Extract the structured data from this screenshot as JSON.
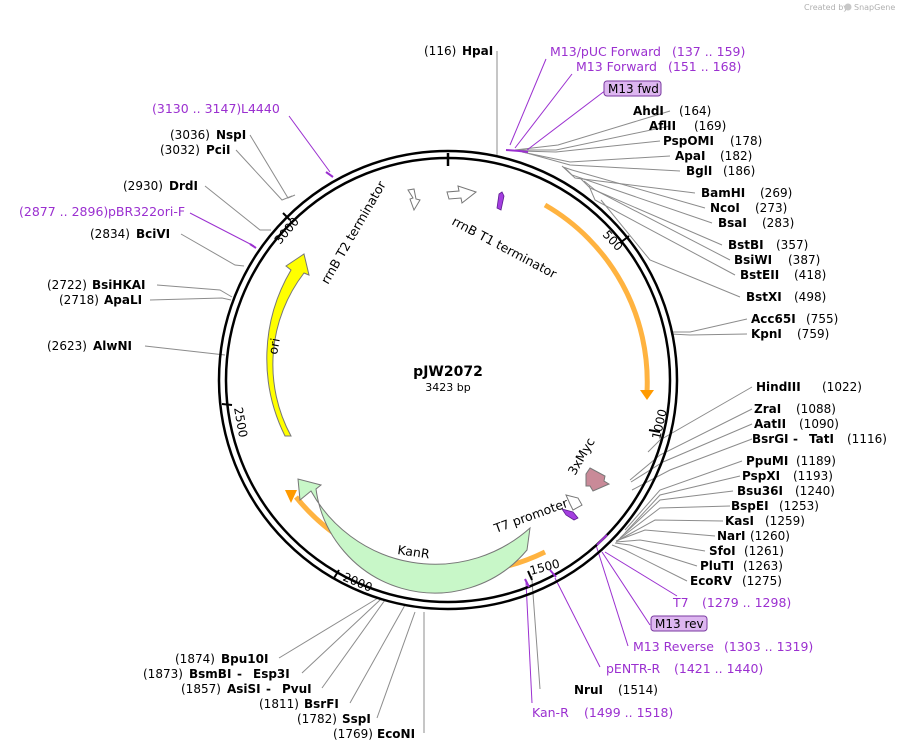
{
  "credit": "Created by",
  "brand": "SnapGene",
  "plasmid": {
    "name": "pJW2072",
    "length": "3423 bp"
  },
  "enzymes": [
    {
      "pos": "(116)",
      "name": "HpaI",
      "sep": "",
      "name2": ""
    },
    {
      "pos": "(164)",
      "name": "AhdI",
      "sep": "",
      "name2": ""
    },
    {
      "pos": "(169)",
      "name": "AflII",
      "sep": "",
      "name2": ""
    },
    {
      "pos": "(178)",
      "name": "PspOMI",
      "sep": "",
      "name2": ""
    },
    {
      "pos": "(182)",
      "name": "ApaI",
      "sep": "",
      "name2": ""
    },
    {
      "pos": "(186)",
      "name": "BglI",
      "sep": "",
      "name2": ""
    },
    {
      "pos": "(269)",
      "name": "BamHI",
      "sep": "",
      "name2": ""
    },
    {
      "pos": "(273)",
      "name": "NcoI",
      "sep": "",
      "name2": ""
    },
    {
      "pos": "(283)",
      "name": "BsaI",
      "sep": "",
      "name2": ""
    },
    {
      "pos": "(357)",
      "name": "BstBI",
      "sep": "",
      "name2": ""
    },
    {
      "pos": "(387)",
      "name": "BsiWI",
      "sep": "",
      "name2": ""
    },
    {
      "pos": "(418)",
      "name": "BstEII",
      "sep": "",
      "name2": ""
    },
    {
      "pos": "(498)",
      "name": "BstXI",
      "sep": "",
      "name2": ""
    },
    {
      "pos": "(755)",
      "name": "Acc65I",
      "sep": "",
      "name2": ""
    },
    {
      "pos": "(759)",
      "name": "KpnI",
      "sep": "",
      "name2": ""
    },
    {
      "pos": "(1022)",
      "name": "HindIII",
      "sep": "",
      "name2": ""
    },
    {
      "pos": "(1088)",
      "name": "ZraI",
      "sep": "",
      "name2": ""
    },
    {
      "pos": "(1090)",
      "name": "AatII",
      "sep": "",
      "name2": ""
    },
    {
      "pos": "(1116)",
      "name": "BsrGI",
      "sep": " - ",
      "name2": "TatI"
    },
    {
      "pos": "(1189)",
      "name": "PpuMI",
      "sep": "",
      "name2": ""
    },
    {
      "pos": "(1193)",
      "name": "PspXI",
      "sep": "",
      "name2": ""
    },
    {
      "pos": "(1240)",
      "name": "Bsu36I",
      "sep": "",
      "name2": ""
    },
    {
      "pos": "(1253)",
      "name": "BspEI",
      "sep": "",
      "name2": ""
    },
    {
      "pos": "(1259)",
      "name": "KasI",
      "sep": "",
      "name2": ""
    },
    {
      "pos": "(1260)",
      "name": "NarI",
      "sep": "",
      "name2": ""
    },
    {
      "pos": "(1261)",
      "name": "SfoI",
      "sep": "",
      "name2": ""
    },
    {
      "pos": "(1263)",
      "name": "PluTI",
      "sep": "",
      "name2": ""
    },
    {
      "pos": "(1275)",
      "name": "EcoRV",
      "sep": "",
      "name2": ""
    },
    {
      "pos": "(1514)",
      "name": "NruI",
      "sep": "",
      "name2": ""
    },
    {
      "pos": "(1769)",
      "name": "EcoNI",
      "sep": "",
      "name2": ""
    },
    {
      "pos": "(1782)",
      "name": "SspI",
      "sep": "",
      "name2": ""
    },
    {
      "pos": "(1811)",
      "name": "BsrFI",
      "sep": "",
      "name2": ""
    },
    {
      "pos": "(1857)",
      "name": "AsiSI",
      "sep": " - ",
      "name2": "PvuI"
    },
    {
      "pos": "(1873)",
      "name": "BsmBI",
      "sep": " - ",
      "name2": "Esp3I"
    },
    {
      "pos": "(1874)",
      "name": "Bpu10I",
      "sep": "",
      "name2": ""
    },
    {
      "pos": "(2623)",
      "name": "AlwNI",
      "sep": "",
      "name2": ""
    },
    {
      "pos": "(2718)",
      "name": "ApaLI",
      "sep": "",
      "name2": ""
    },
    {
      "pos": "(2722)",
      "name": "BsiHKAI",
      "sep": "",
      "name2": ""
    },
    {
      "pos": "(2834)",
      "name": "BciVI",
      "sep": "",
      "name2": ""
    },
    {
      "pos": "(2930)",
      "name": "DrdI",
      "sep": "",
      "name2": ""
    },
    {
      "pos": "(3032)",
      "name": "PciI",
      "sep": "",
      "name2": ""
    },
    {
      "pos": "(3036)",
      "name": "NspI",
      "sep": "",
      "name2": ""
    }
  ],
  "primers": [
    {
      "name": "M13/pUC Forward",
      "range": "(137 .. 159)"
    },
    {
      "name": "M13 Forward",
      "range": "(151 .. 168)"
    },
    {
      "name": "T7",
      "range": "(1279 .. 1298)"
    },
    {
      "name": "M13 Reverse",
      "range": "(1303 .. 1319)"
    },
    {
      "name": "pENTR-R",
      "range": "(1421 .. 1440)"
    },
    {
      "name": "Kan-R",
      "range": "(1499 .. 1518)"
    },
    {
      "name": "L4440",
      "range": "(3130 .. 3147)"
    },
    {
      "name": "pBR322ori-F",
      "range": "(2877 .. 2896)"
    }
  ],
  "boxed_primers": [
    "M13 fwd",
    "M13 rev"
  ],
  "features": {
    "rrnb_t1": "rrnB T1 terminator",
    "rrnb_t2": "rrnB T2 terminator",
    "ori": "ori",
    "kanr": "KanR",
    "t7_promoter": "T7 promoter",
    "myc": "3xMyc"
  },
  "ticks": [
    "500",
    "1000",
    "1500",
    "2000",
    "2500",
    "3000"
  ],
  "colors": {
    "primer": "#9b30d0",
    "ori": "#ffff00",
    "kanr": "#c8f7c8",
    "orf_arc": "#ff9a00",
    "myc": "#c98a98",
    "primer_box": "#ddb6f0"
  }
}
